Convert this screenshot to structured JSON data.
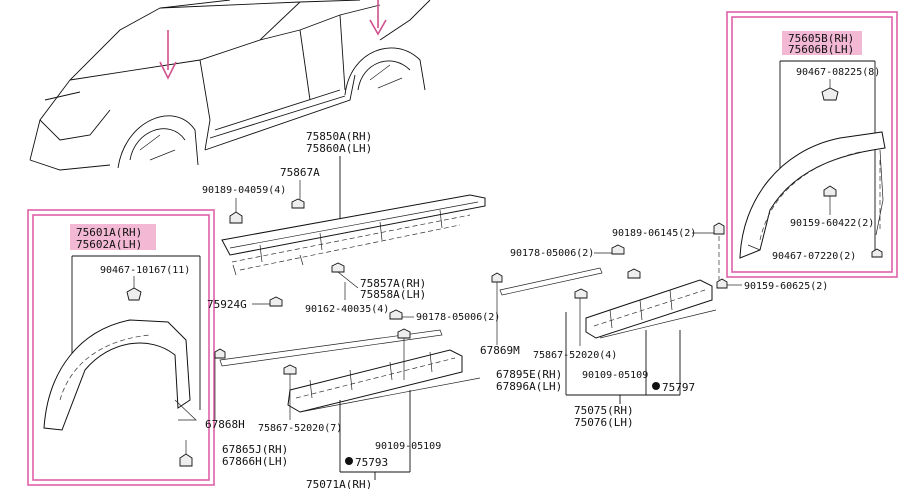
{
  "colors": {
    "highlight_border": "#e060a8",
    "highlight_fill": "#f2b8d4",
    "arrow": "#d0508e",
    "ink": "#111111"
  },
  "right_box": {
    "title_rh": "75605B(RH)",
    "title_lh": "75606B(LH)",
    "c1": "90467-08225(8)",
    "c2": "90159-60422(2)",
    "c3": "90467-07220(2)"
  },
  "left_box": {
    "title_rh": "75601A(RH)",
    "title_lh": "75602A(LH)",
    "c1": "90467-10167(11)"
  },
  "center": {
    "molding_rh": "75850A(RH)",
    "molding_lh": "75860A(LH)",
    "p75867a": "75867A",
    "p90189_04059": "90189-04059(4)",
    "p75857a_rh": "75857A(RH)",
    "p75858a_lh": "75858A(LH)",
    "p75924g": "75924G",
    "p90162": "90162-40035(4)",
    "p90178_a": "90178-05006(2)",
    "p67868h": "67868H",
    "p75867_52020_7": "75867-52020(7)",
    "p67865j": "67865J(RH)",
    "p67866h": "67866H(LH)",
    "p90109_a": "90109-05109",
    "p75793": "75793",
    "p75071a": "75071A(RH)"
  },
  "right_center": {
    "p90189_06145": "90189-06145(2)",
    "p90178_b": "90178-05006(2)",
    "p90159_60625": "90159-60625(2)",
    "p67869m": "67869M",
    "p67895e": "67895E(RH)",
    "p67896a": "67896A(LH)",
    "p75867_52020_4": "75867-52020(4)",
    "p90109_b": "90109-05109",
    "p75797": "75797",
    "p75075": "75075(RH)",
    "p75076": "75076(LH)"
  }
}
